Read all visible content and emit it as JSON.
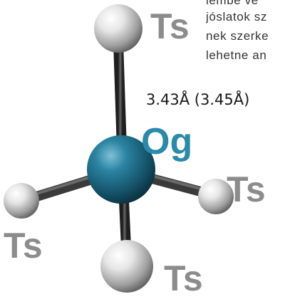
{
  "text_fragments": [
    "lembe vé",
    "jóslatok sz",
    "nek szerke",
    "lehetne an"
  ],
  "bond_length_label": "3.43Å (3.45Å)",
  "atoms": {
    "central": "Og",
    "ligand_top": "Ts",
    "ligand_right": "Ts",
    "ligand_left": "Ts",
    "ligand_bottom": "Ts"
  },
  "colors": {
    "og_atom": "#1f6e86",
    "og_label": "#2a8aa9",
    "ts_atom": "#d9d9d9",
    "ts_label": "#8c8c8c",
    "bond": "#3c3c3c",
    "text": "#333333"
  }
}
